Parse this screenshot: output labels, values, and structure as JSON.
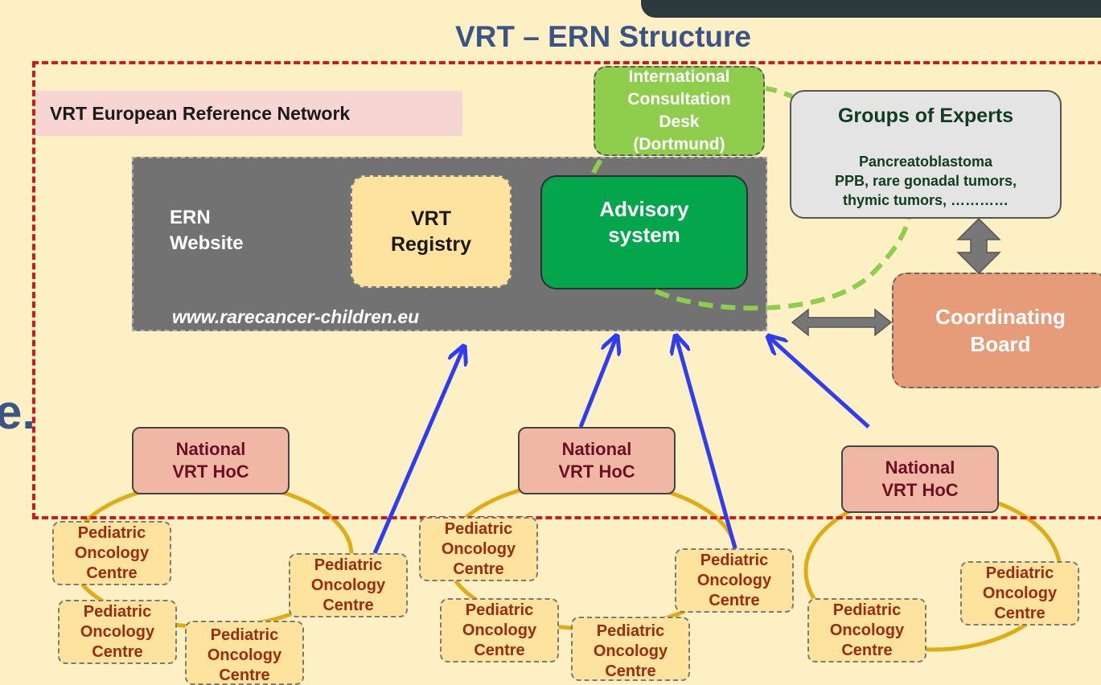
{
  "title": "VRT – ERN Structure",
  "left_edge_fragment": "e.",
  "network_label": "VRT European Reference Network",
  "website": {
    "label": "ERN\nWebsite",
    "url": "www.rarecancer-children.eu",
    "registry": "VRT\nRegistry",
    "advisory": "Advisory\nsystem"
  },
  "consultation_desk": "International\nConsultation\nDesk\n(Dortmund)",
  "experts": {
    "title": "Groups of  Experts",
    "body": "Pancreatoblastoma\nPPB, rare gonadal tumors,\nthymic tumors, …………"
  },
  "coordinating_board": "Coordinating\nBoard",
  "hoc_label": "National\nVRT HoC",
  "centre_label": "Pediatric\nOncology\nCentre",
  "colors": {
    "title": "#3a5585",
    "border_dashed": "#c91c1c",
    "arrow_blue": "#2e3cf2",
    "ring_orange": "#e1ac12",
    "desk_green": "#8fce4c",
    "advisory_green": "#03a64b",
    "board_salmon": "#e79c79"
  }
}
